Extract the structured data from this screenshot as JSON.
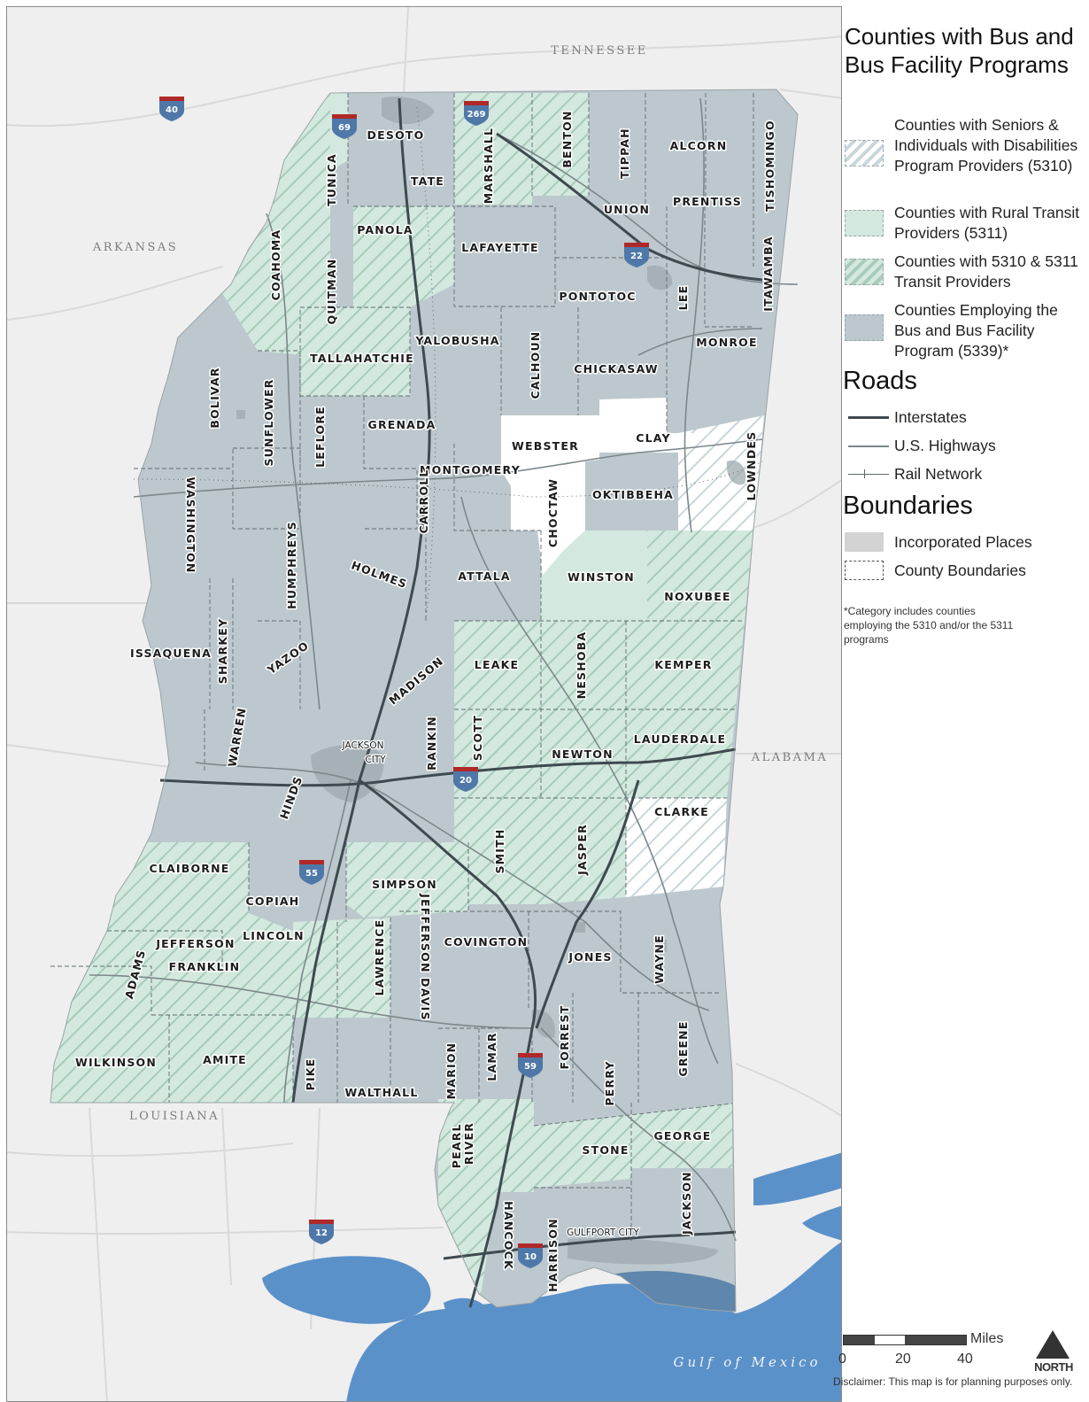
{
  "map": {
    "states": [
      "TENNESSEE",
      "ARKANSAS",
      "ALABAMA",
      "LOUISIANA"
    ],
    "water_label": "Gulf of Mexico",
    "interstates": [
      "40",
      "69",
      "269",
      "22",
      "55",
      "20",
      "59",
      "10",
      "12"
    ],
    "city_labels": [
      "JACKSON",
      "CITY",
      "GULFPORT CITY"
    ],
    "colors": {
      "rural_5311": "#d3e8de",
      "combined_5310_5311_fill": "#d3e8de",
      "combined_hatch": "#aecfbf",
      "bus_5339": "#bcc8cd",
      "only_5310_hatch": "#cdd8dc",
      "water": "#5b91c9",
      "background": "#efefef"
    },
    "counties": [
      "DESOTO",
      "MARSHALL",
      "BENTON",
      "TIPPAH",
      "ALCORN",
      "TISHOMINGO",
      "TATE",
      "UNION",
      "PRENTISS",
      "TUNICA",
      "PANOLA",
      "LAFAYETTE",
      "PONTOTOC",
      "LEE",
      "ITAWAMBA",
      "COAHOMA",
      "QUITMAN",
      "YALOBUSHA",
      "CALHOUN",
      "MONROE",
      "CHICKASAW",
      "TALLAHATCHIE",
      "BOLIVAR",
      "SUNFLOWER",
      "LEFLORE",
      "GRENADA",
      "WEBSTER",
      "CLAY",
      "LOWNDES",
      "MONTGOMERY",
      "OKTIBBEHA",
      "CHOCTAW",
      "WASHINGTON",
      "CARROLL",
      "HUMPHREYS",
      "HOLMES",
      "ATTALA",
      "WINSTON",
      "NOXUBEE",
      "SHARKEY",
      "ISSAQUENA",
      "YAZOO",
      "MADISON",
      "LEAKE",
      "NESHOBA",
      "KEMPER",
      "WARREN",
      "RANKIN",
      "SCOTT",
      "NEWTON",
      "LAUDERDALE",
      "HINDS",
      "CLARKE",
      "SMITH",
      "JASPER",
      "CLAIBORNE",
      "COPIAH",
      "SIMPSON",
      "JEFFERSON",
      "LINCOLN",
      "JEFFERSON DAVIS",
      "COVINGTON",
      "JONES",
      "WAYNE",
      "FRANKLIN",
      "ADAMS",
      "LAWRENCE",
      "FORREST",
      "GREENE",
      "WILKINSON",
      "AMITE",
      "PIKE",
      "WALTHALL",
      "MARION",
      "LAMAR",
      "PERRY",
      "PEARL RIVER",
      "STONE",
      "GEORGE",
      "HANCOCK",
      "HARRISON",
      "JACKSON"
    ]
  },
  "legend": {
    "title": "Counties with Bus and Bus Facility Programs",
    "items": [
      {
        "label": "Counties with Seniors & Individuals with Disabilities Program Providers (5310)"
      },
      {
        "label": "Counties with Rural Transit Providers (5311)"
      },
      {
        "label": "Counties with 5310 & 5311 Transit Providers"
      },
      {
        "label": "Counties Employing the Bus and Bus Facility Program (5339)*"
      }
    ],
    "roads_heading": "Roads",
    "roads": [
      "Interstates",
      "U.S. Highways",
      "Rail Network"
    ],
    "boundaries_heading": "Boundaries",
    "boundaries": [
      "Incorporated Places",
      "County Boundaries"
    ],
    "note": "*Category includes counties employing the 5310 and/or the 5311 programs",
    "scale": {
      "unit": "Miles",
      "ticks": [
        "0",
        "20",
        "40"
      ]
    },
    "north": "NORTH",
    "disclaimer": "Disclaimer: This map is for planning purposes only."
  }
}
